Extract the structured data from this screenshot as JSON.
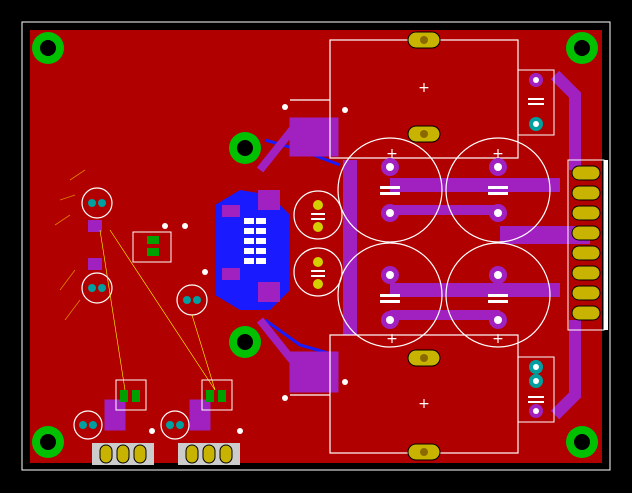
{
  "view": {
    "background": "#000000",
    "board_color": "#b00000",
    "outline_color": "#ffffff",
    "top_copper_color": "#cc1010",
    "bottom_copper_color": "#1a1aff",
    "via_trace_color": "#a020c0",
    "pad_color": "#d4d000",
    "mounting_hole_color": "#00c000",
    "silkscreen_color": "#ffffff"
  },
  "components": {
    "mounting_holes": 6,
    "large_electrolytic_caps": 4,
    "small_electrolytic_caps": 2,
    "output_header_pins": 8,
    "bottom_connectors": 2,
    "tantalum_caps": 6,
    "ic_packages": 1,
    "inductor_footprints": 4
  },
  "labels": {
    "plus_marks": "+"
  }
}
